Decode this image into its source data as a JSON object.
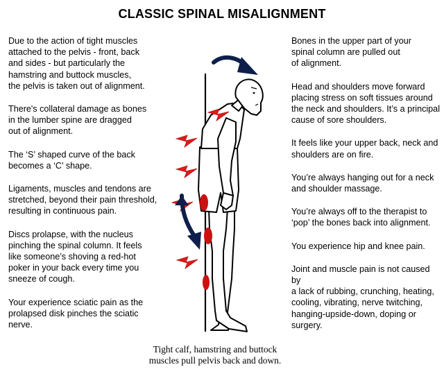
{
  "title": "CLASSIC SPINAL MISALIGNMENT",
  "left_column": [
    "Due to the action of tight muscles\nattached to the pelvis - front, back\nand sides - but particularly the\nhamstring and buttock muscles,\nthe pelvis is taken out of alignment.",
    "There's collateral damage as bones\nin the lumber spine are dragged\nout of alignment.",
    "The ‘S’ shaped curve of the back\nbecomes a ‘C’ shape.",
    "Ligaments, muscles and tendons are\nstretched, beyond their pain threshold,\nresulting in continuous pain.",
    "Discs prolapse, with the nucleus\npinching the spinal column. It feels\nlike someone’s shoving a red-hot\npoker in your back every time you\nsneeze of cough.",
    "Your experience sciatic pain as the\nprolapsed disk pinches the sciatic\nnerve."
  ],
  "right_column": [
    "Bones in the upper part of your\nspinal column are pulled out\nof alignment.",
    "Head and shoulders move forward\nplacing stress on soft tissues around\nthe neck and shoulders. It’s a principal\ncause of sore shoulders.",
    "It feels like your upper back, neck and\nshoulders are on fire.",
    "You’re always hanging out for a neck\nand shoulder massage.",
    "You’re always off to the therapist to\n‘pop’ the bones back into alignment.",
    "You experience hip and knee pain.",
    "Joint and muscle pain is not caused by\na lack of rubbing, crunching, heating,\ncooling, vibrating, nerve twitching,\nhanging-upside-down, doping or\nsurgery."
  ],
  "caption": "Tight calf, hamstring and buttock\nmuscles pull pelvis back and down.",
  "colors": {
    "pain_bolt": "#e11b1b",
    "arrow": "#0d1f4a",
    "muscle_spot": "#cc1111",
    "line": "#000000"
  },
  "icons": [
    "pain-lightning-icon",
    "curved-arrow-icon"
  ]
}
